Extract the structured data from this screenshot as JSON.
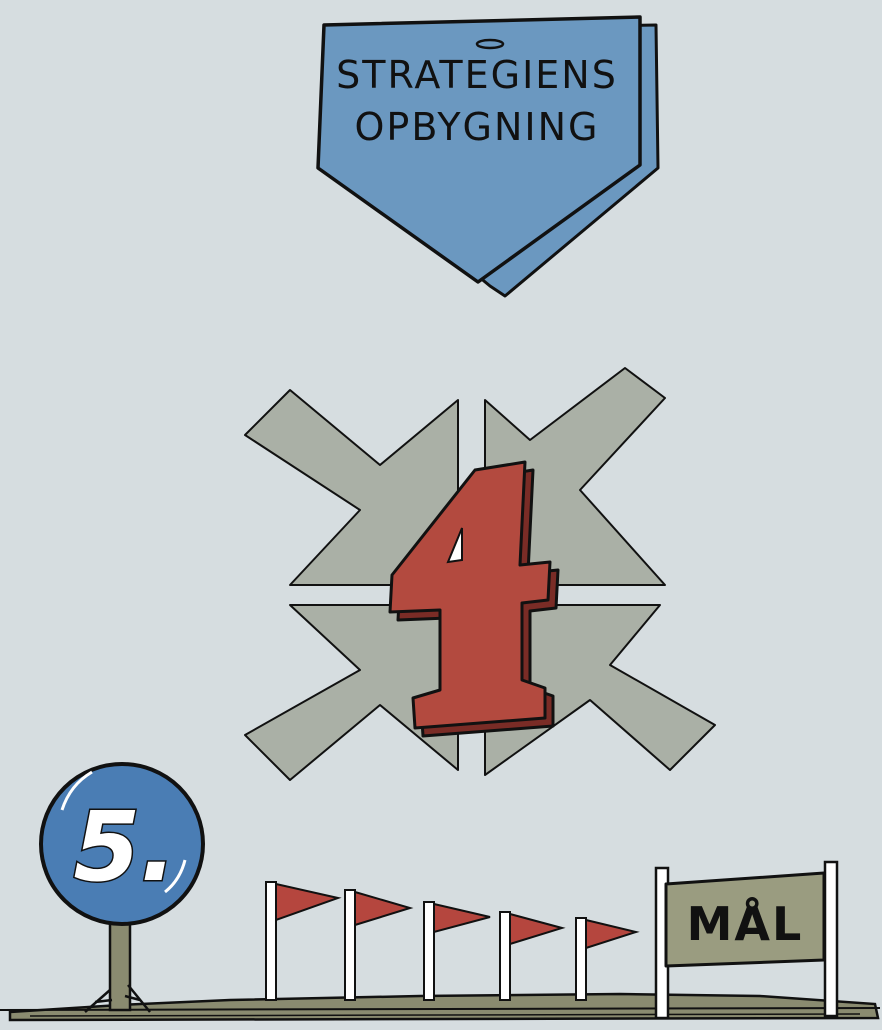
{
  "banner": {
    "line1": "STRATEGIENS",
    "line2": "OPBYGNING"
  },
  "center_number": "4",
  "sign": {
    "number": "5."
  },
  "goal": {
    "label": "MÅL",
    "flag_count": 5
  },
  "colors": {
    "background": "#d6dde0",
    "banner_blue": "#6b98c0",
    "arrow_gray": "#aab0a6",
    "number_red": "#b34a3f",
    "sign_blue": "#4a7db4",
    "flag_red": "#b5463e",
    "goal_board": "#9a9c80",
    "ground": "#8a8b70"
  },
  "icons": [
    "down-arrow-banner",
    "converging-arrows",
    "road-sign",
    "pennant-flag",
    "goal-sign"
  ]
}
